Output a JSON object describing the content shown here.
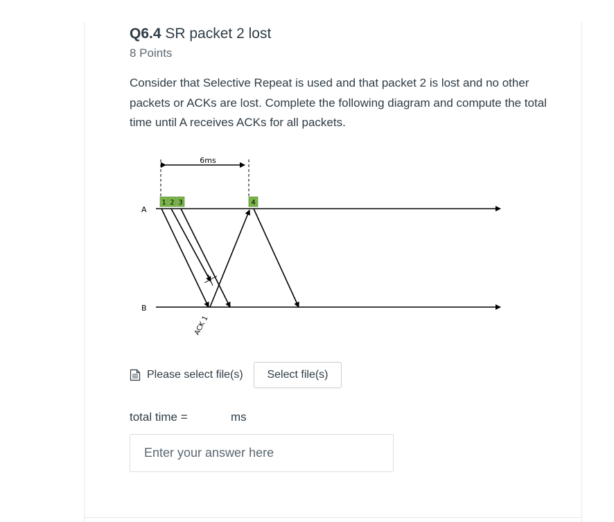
{
  "question": {
    "number": "Q6.4",
    "title": "SR packet 2 lost",
    "points": "8 Points",
    "body": "Consider that Selective Repeat is used and that packet 2 is lost and no other packets or ACKs are lost.  Complete the following diagram and compute the total time until A receives ACKs for all packets."
  },
  "diagram": {
    "timeout_label": "6ms",
    "host_a_label": "A",
    "host_b_label": "B",
    "packets": [
      "1",
      "2",
      "3"
    ],
    "retransmit_packet": "4",
    "ack_label": "ACK 1",
    "packet_color": "#7ab648"
  },
  "upload": {
    "label": "Please select file(s)",
    "button_label": "Select file(s)"
  },
  "answer": {
    "prefix": "total time =",
    "unit": "ms",
    "placeholder": "Enter your answer here"
  }
}
